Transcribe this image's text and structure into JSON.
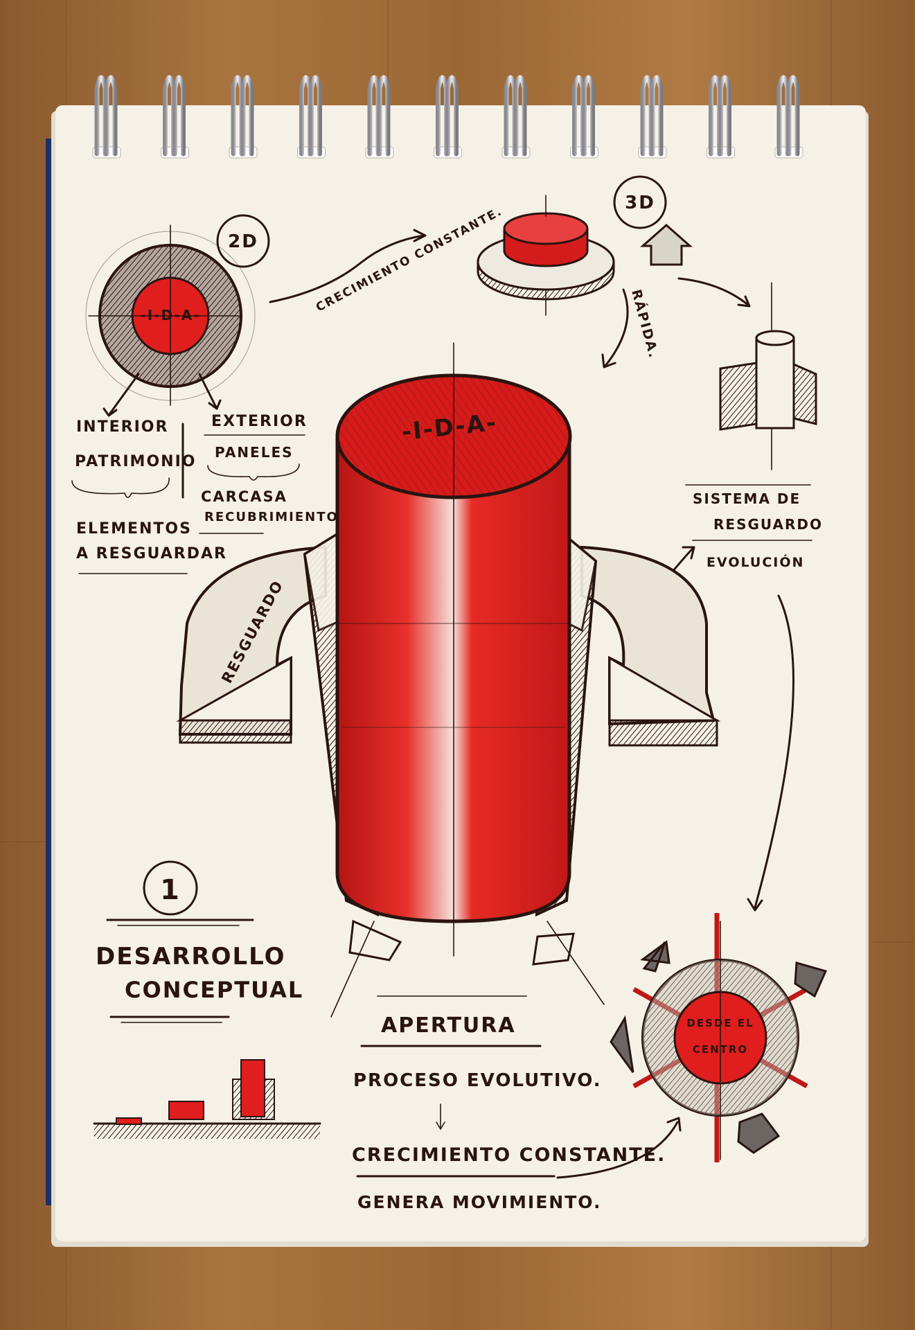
{
  "sketch": {
    "label_2d": "2D",
    "label_3d": "3D",
    "logo": "-I-D-A-",
    "crecimiento_top": "CRECIMIENTO CONSTANTE.",
    "rapida": "RÁPIDA.",
    "interior": "INTERIOR",
    "patrimonio": "PATRIMONIO",
    "elementos": "ELEMENTOS",
    "a_resguardar": "A RESGUARDAR",
    "exterior": "EXTERIOR",
    "paneles": "PANELES",
    "carcasa": "CARCASA",
    "recubrimiento": "RECUBRIMIENTO.",
    "sistema_de": "SISTEMA DE",
    "resguardo": "RESGUARDO",
    "evolucion": "EVOLUCIÓN",
    "resguardo_arrow": "RESGUARDO",
    "number": "1",
    "desarrollo": "DESARROLLO",
    "conceptual": "CONCEPTUAL",
    "apertura": "APERTURA",
    "proceso": "PROCESO EVOLUTIVO.",
    "crecimiento_bottom": "CRECIMIENTO CONSTANTE.",
    "genera": "GENERA MOVIMIENTO.",
    "desde_el": "DESDE EL",
    "centro": "CENTRO"
  },
  "colors": {
    "wood": "#9a6a3a",
    "paper": "#f5f1e6",
    "ink": "#2a1410",
    "red": "#e01e1e",
    "wire": "#c8c8cc"
  }
}
